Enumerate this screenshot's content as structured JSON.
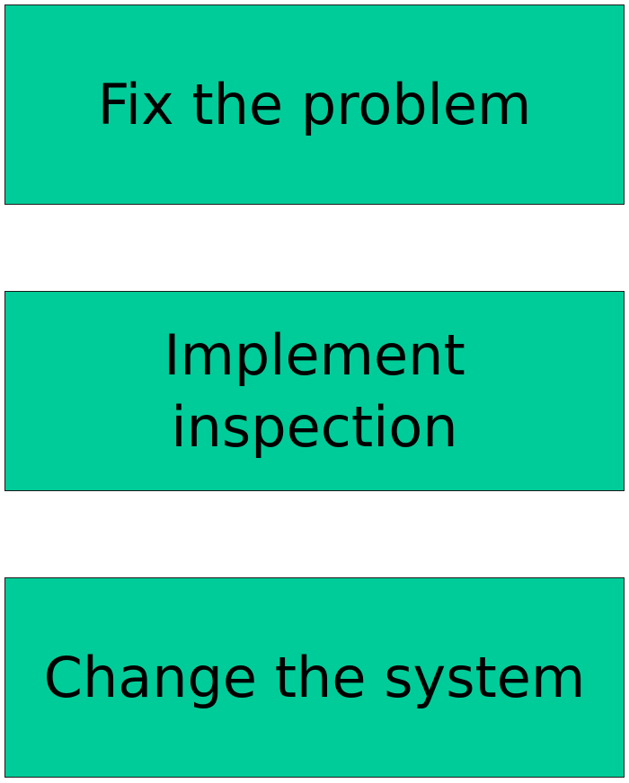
{
  "colors": {
    "box_fill": "#00cc99",
    "box_border": "#1a1a1a",
    "text": "#000000",
    "background": "#ffffff"
  },
  "boxes": [
    {
      "label": "Fix the problem"
    },
    {
      "label": "Implement\ninspection"
    },
    {
      "label": "Change the system"
    }
  ]
}
